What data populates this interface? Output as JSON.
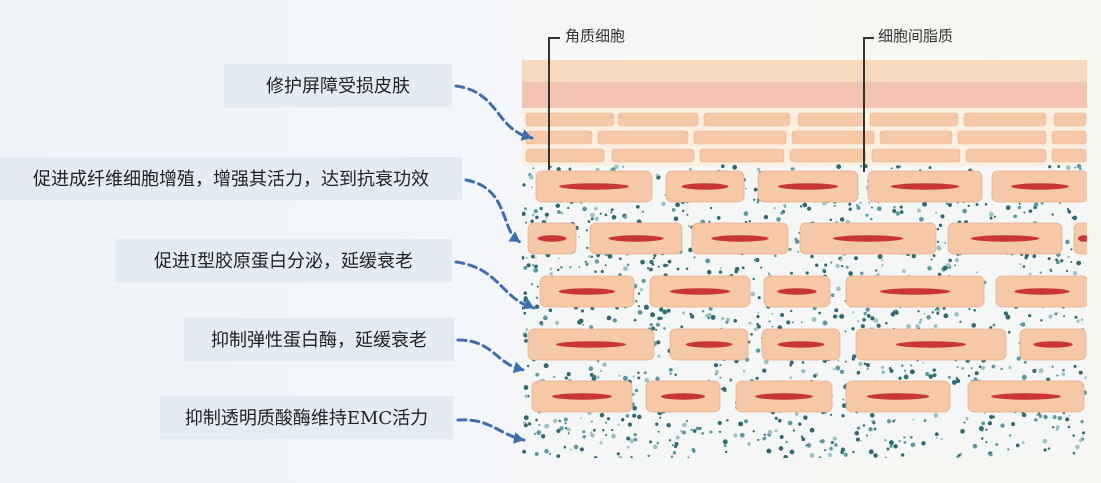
{
  "annotations": {
    "top_left": "角质细胞",
    "top_right": "细胞间脂质"
  },
  "effects": [
    "修护屏障受损皮肤",
    "促进成纤维细胞增殖，增强其活力，达到抗衰功效",
    "促进Ⅰ型胶原蛋白分泌，延缓衰老",
    "抑制弹性蛋白酶，延缓衰老",
    "抑制透明质酸酶维持EMC活力"
  ],
  "colors": {
    "label_bg": "#e3ebf4",
    "arrow": "#3d6fb0",
    "cell_fill": "#f5c8a8",
    "nucleus": "#c8363a",
    "dot": "#2f6b70"
  }
}
